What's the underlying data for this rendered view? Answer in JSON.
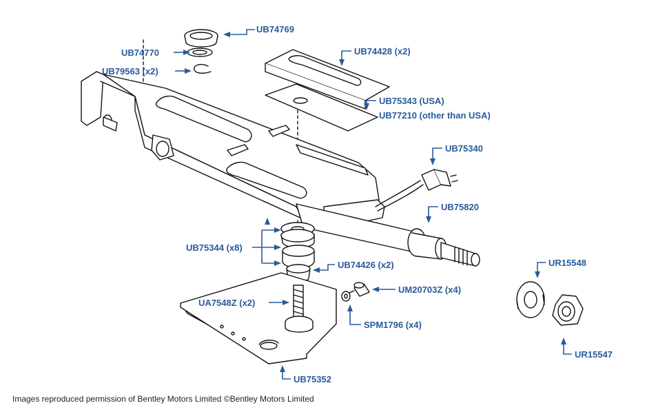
{
  "callouts": {
    "ub74769": "UB74769",
    "ub74770": "UB74770",
    "ub79563": "UB79563 (x2)",
    "ub74428": "UB74428 (x2)",
    "ub75343": "UB75343 (USA)",
    "ub77210": "UB77210 (other than USA)",
    "ub75340": "UB75340",
    "ub75820": "UB75820",
    "ub75344": "UB75344 (x8)",
    "ub74426": "UB74426 (x2)",
    "um20703z": "UM20703Z (x4)",
    "ua7548z": "UA7548Z (x2)",
    "spm1796": "SPM1796 (x4)",
    "ub75352": "UB75352",
    "ur15548": "UR15548",
    "ur15547": "UR15547"
  },
  "credit": "Images reproduced permission of Bentley Motors Limited ©Bentley Motors Limited",
  "colors": {
    "callout": "#2a5a9a",
    "linework": "#111111",
    "background": "#ffffff"
  }
}
